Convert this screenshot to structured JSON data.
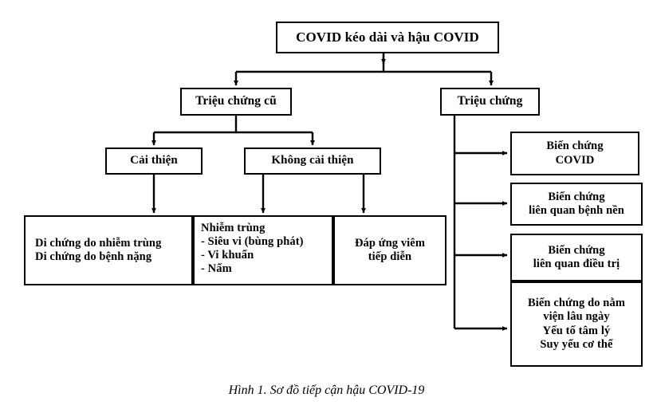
{
  "figure": {
    "caption": "Hình 1. Sơ đồ tiếp cận hậu COVID-19",
    "colors": {
      "background": "#ffffff",
      "stroke": "#000000",
      "text": "#000000"
    }
  },
  "nodes": {
    "root": {
      "label": "COVID kéo dài và hậu COVID"
    },
    "old_symptoms": {
      "label": "Triệu chứng cũ"
    },
    "symptoms": {
      "label": "Triệu chứng"
    },
    "improve": {
      "label": "Cải thiện"
    },
    "no_improve": {
      "label": "Không cải thiện"
    },
    "sequelae": {
      "label": "Di chứng do nhiễm trùng\nDi chứng do bệnh nặng"
    },
    "infection": {
      "label": "Nhiễm trùng\n- Siêu vi (bùng phát)\n- Vi khuẩn\n- Nấm"
    },
    "infection_title": "Nhiễm trùng",
    "inflammation": {
      "label": "Đáp ứng viêm\ntiếp diễn"
    },
    "complication_covid": {
      "label": "Biến chứng\nCOVID"
    },
    "complication_underlying": {
      "label": "Biến chứng\nliên quan bệnh nền"
    },
    "complication_treatment": {
      "label": "Biến chứng\nliên quan điều trị"
    },
    "complication_hospital": {
      "label": "Biến chứng do nằm\nviện lâu ngày\nYếu tố tâm lý\nSuy yếu cơ thể"
    }
  },
  "edges": [
    {
      "from": "root",
      "to": "old_symptoms"
    },
    {
      "from": "root",
      "to": "symptoms"
    },
    {
      "from": "old_symptoms",
      "to": "improve"
    },
    {
      "from": "old_symptoms",
      "to": "no_improve"
    },
    {
      "from": "improve",
      "to": "sequelae"
    },
    {
      "from": "no_improve",
      "to": "infection"
    },
    {
      "from": "no_improve",
      "to": "inflammation"
    },
    {
      "from": "symptoms",
      "to": "complication_covid"
    },
    {
      "from": "symptoms",
      "to": "complication_underlying"
    },
    {
      "from": "symptoms",
      "to": "complication_treatment"
    },
    {
      "from": "symptoms",
      "to": "complication_hospital"
    }
  ]
}
